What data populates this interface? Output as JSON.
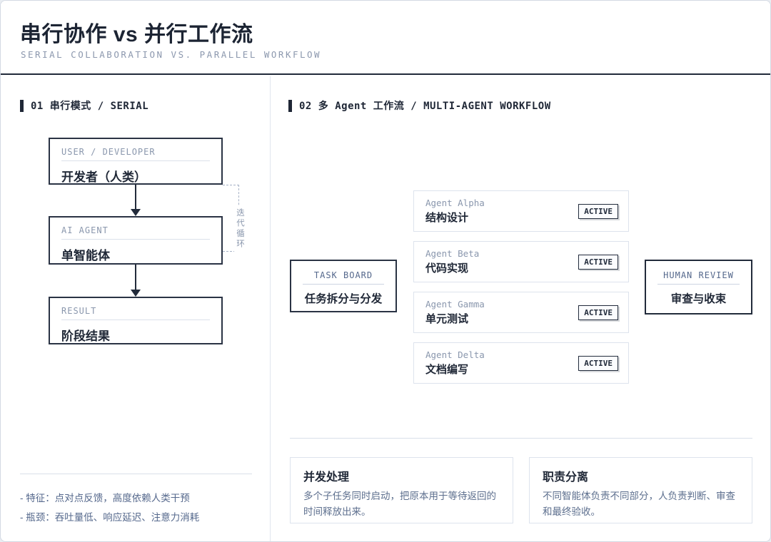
{
  "header": {
    "title": "串行协作 vs 并行工作流",
    "subtitle": "SERIAL COLLABORATION VS. PARALLEL WORKFLOW"
  },
  "left_panel": {
    "section_label": "01 串行模式 / SERIAL",
    "flow": [
      {
        "label": "USER / DEVELOPER",
        "title": "开发者（人类）"
      },
      {
        "label": "AI AGENT",
        "title": "单智能体"
      },
      {
        "label": "RESULT",
        "title": "阶段结果"
      }
    ],
    "loop_label": "迭代循环",
    "notes": [
      "- 特征：点对点反馈，高度依赖人类干预",
      "- 瓶颈：吞吐量低、响应延迟、注意力消耗"
    ]
  },
  "right_panel": {
    "section_label": "02 多 Agent 工作流 / MULTI-AGENT WORKFLOW",
    "task_board": {
      "label": "TASK BOARD",
      "title": "任务拆分与分发"
    },
    "human_review": {
      "label": "HUMAN REVIEW",
      "title": "审查与收束"
    },
    "agents": [
      {
        "name": "Agent Alpha",
        "role": "结构设计",
        "status": "ACTIVE"
      },
      {
        "name": "Agent Beta",
        "role": "代码实现",
        "status": "ACTIVE"
      },
      {
        "name": "Agent Gamma",
        "role": "单元测试",
        "status": "ACTIVE"
      },
      {
        "name": "Agent Delta",
        "role": "文档编写",
        "status": "ACTIVE"
      }
    ],
    "benefits": [
      {
        "title": "并发处理",
        "body": "多个子任务同时启动，把原本用于等待返回的时间释放出来。"
      },
      {
        "title": "职责分离",
        "body": "不同智能体负责不同部分，人负责判断、审查和最终验收。"
      }
    ]
  },
  "colors": {
    "ink": "#1f2736",
    "muted_label": "#8a97ad",
    "body_text": "#5d6f8e",
    "light_border": "#dde3ed",
    "dark_border": "#2a3344"
  }
}
